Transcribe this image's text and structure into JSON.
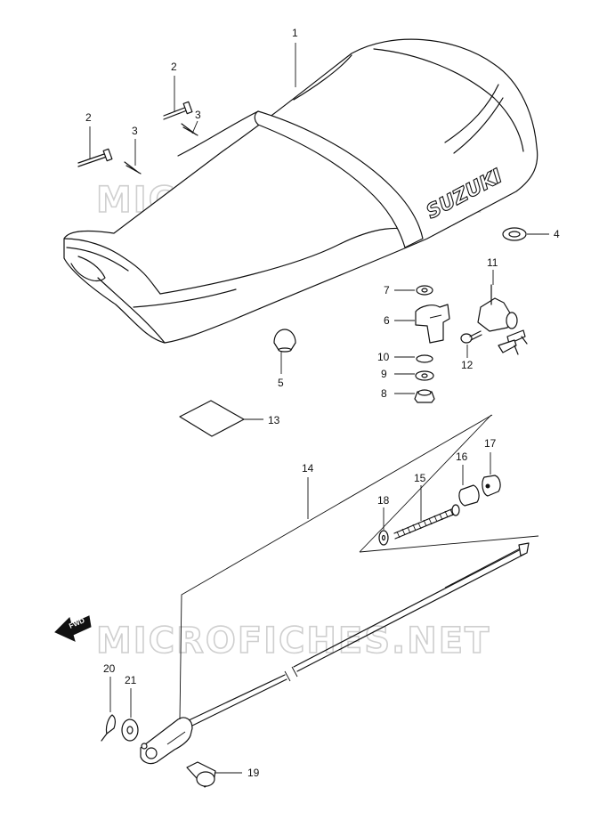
{
  "watermarks": [
    "MICROFICHES.NET",
    "MICROFICHES.NET"
  ],
  "seat_brand": "SUZUKI",
  "direction_label": "FWD",
  "callouts": {
    "c1": "1",
    "c2a": "2",
    "c2b": "2",
    "c3a": "3",
    "c3b": "3",
    "c4": "4",
    "c5": "5",
    "c6": "6",
    "c7": "7",
    "c8": "8",
    "c9": "9",
    "c10": "10",
    "c11": "11",
    "c12": "12",
    "c13": "13",
    "c14": "14",
    "c15": "15",
    "c16": "16",
    "c17": "17",
    "c18": "18",
    "c19": "19",
    "c20": "20",
    "c21": "21"
  }
}
